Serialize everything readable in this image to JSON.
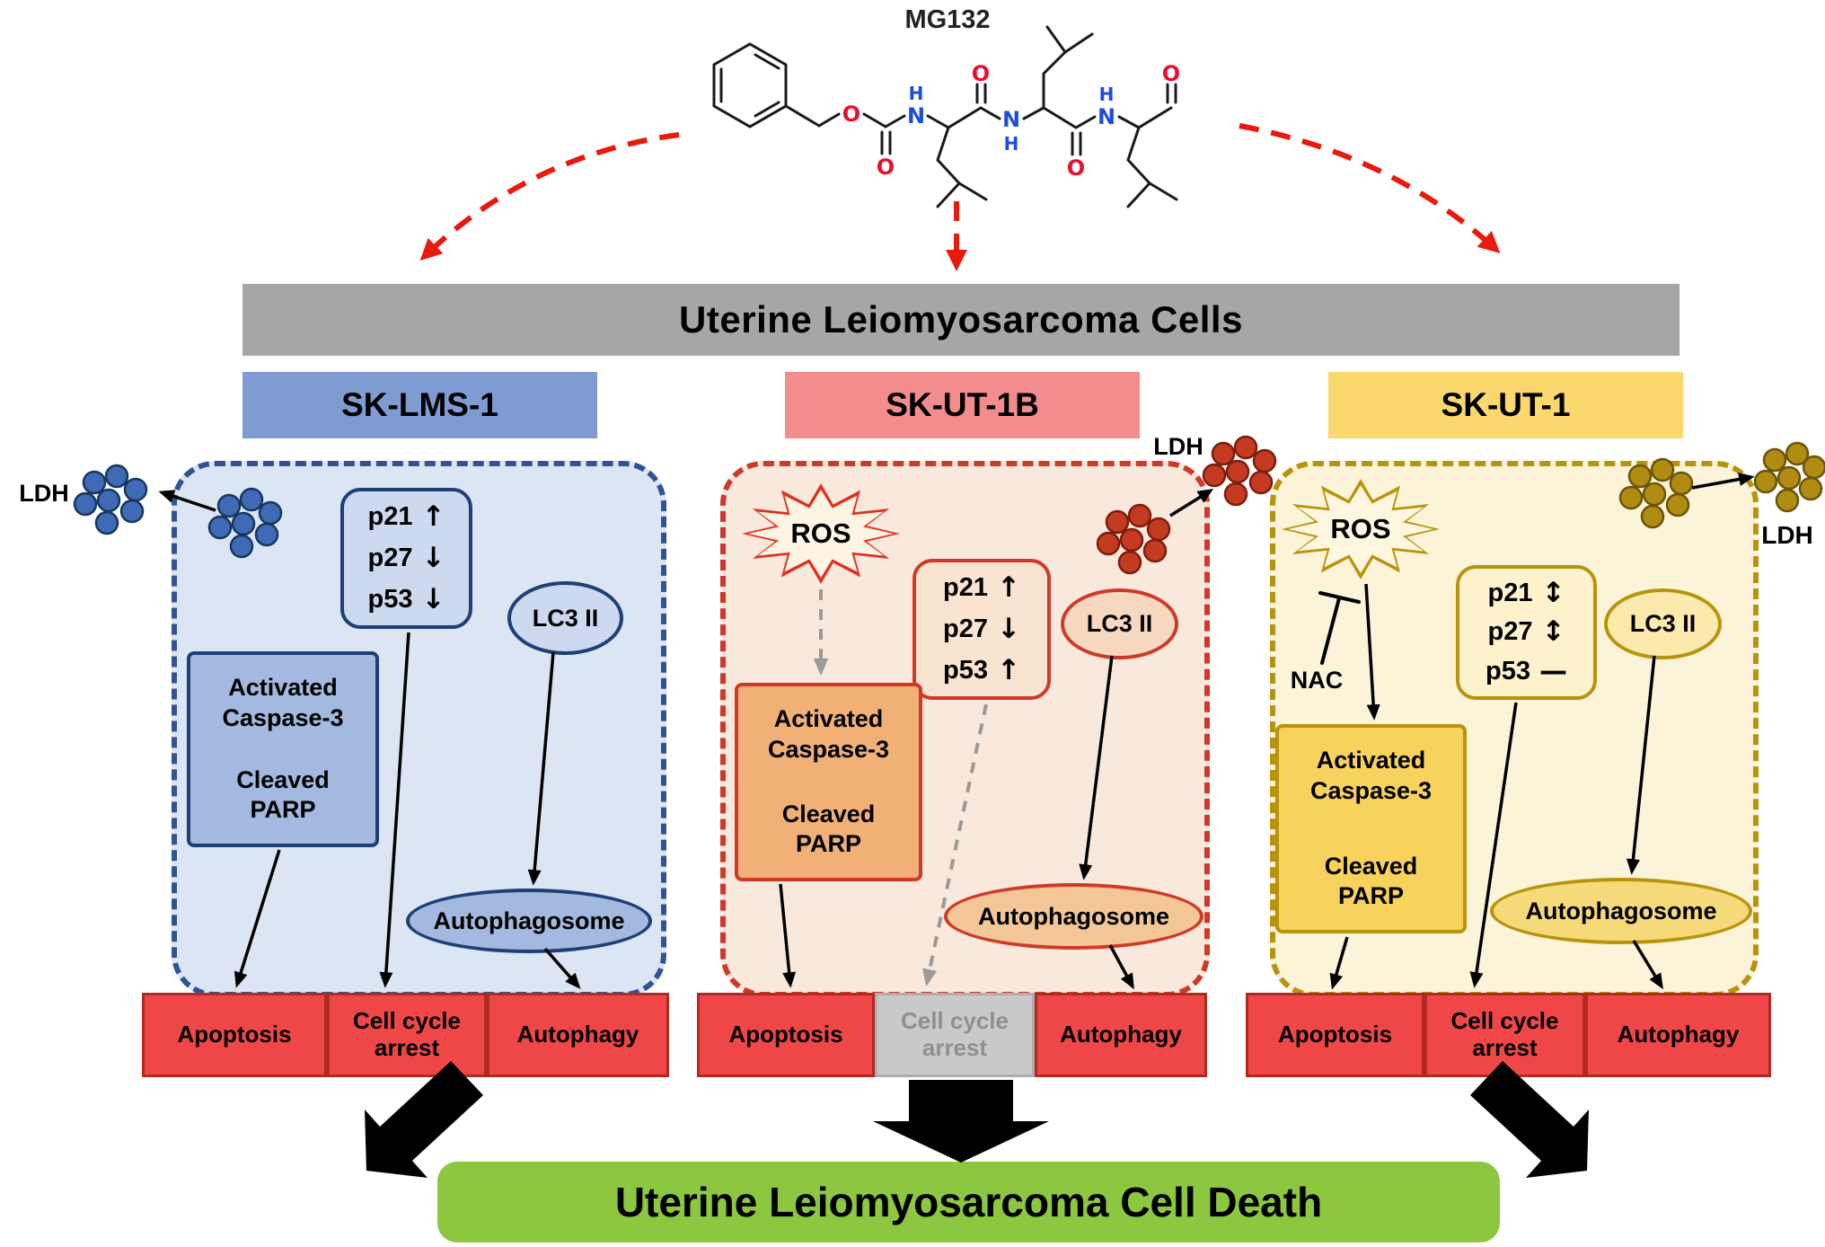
{
  "molecule": {
    "label": "MG132",
    "atoms": {
      "o": "O",
      "n": "N",
      "h": "H"
    }
  },
  "header_banner": {
    "title": "Uterine Leiomyosarcoma Cells"
  },
  "footer_banner": {
    "title": "Uterine Leiomyosarcoma Cell Death"
  },
  "colors": {
    "banner_gray": "#a6a6a6",
    "death_green": "#8dc63f",
    "outcome_red": "#ef4747",
    "outcome_muted_bg": "#c9c9c9",
    "outcome_muted_text": "#8f8f8f",
    "mg132_arrow_red": "#e8190d",
    "col1_accent": "#2f5496",
    "col2_accent": "#cf3a28",
    "col3_accent": "#b8930c"
  },
  "columns": [
    {
      "name": "SK-LMS-1",
      "ldh": "LDH",
      "markers": [
        {
          "gene": "p21",
          "change": "↑"
        },
        {
          "gene": "p27",
          "change": "↓"
        },
        {
          "gene": "p53",
          "change": "↓"
        }
      ],
      "lc3": "LC3 II",
      "caspase_top": "Activated Caspase-3",
      "caspase_bottom": "Cleaved PARP",
      "autophagosome": "Autophagosome",
      "outcomes": [
        {
          "label": "Apoptosis",
          "muted": false
        },
        {
          "label": "Cell cycle arrest",
          "muted": false
        },
        {
          "label": "Autophagy",
          "muted": false
        }
      ]
    },
    {
      "name": "SK-UT-1B",
      "ldh": "LDH",
      "ros": "ROS",
      "markers": [
        {
          "gene": "p21",
          "change": "↑"
        },
        {
          "gene": "p27",
          "change": "↓"
        },
        {
          "gene": "p53",
          "change": "↑"
        }
      ],
      "lc3": "LC3 II",
      "caspase_top": "Activated Caspase-3",
      "caspase_bottom": "Cleaved PARP",
      "autophagosome": "Autophagosome",
      "outcomes": [
        {
          "label": "Apoptosis",
          "muted": false
        },
        {
          "label": "Cell cycle arrest",
          "muted": true
        },
        {
          "label": "Autophagy",
          "muted": false
        }
      ]
    },
    {
      "name": "SK-UT-1",
      "ldh": "LDH",
      "ros": "ROS",
      "nac": "NAC",
      "markers": [
        {
          "gene": "p21",
          "change": "↕"
        },
        {
          "gene": "p27",
          "change": "↕"
        },
        {
          "gene": "p53",
          "change": "—"
        }
      ],
      "lc3": "LC3 II",
      "caspase_top": "Activated Caspase-3",
      "caspase_bottom": "Cleaved PARP",
      "autophagosome": "Autophagosome",
      "outcomes": [
        {
          "label": "Apoptosis",
          "muted": false
        },
        {
          "label": "Cell cycle arrest",
          "muted": false
        },
        {
          "label": "Autophagy",
          "muted": false
        }
      ]
    }
  ]
}
